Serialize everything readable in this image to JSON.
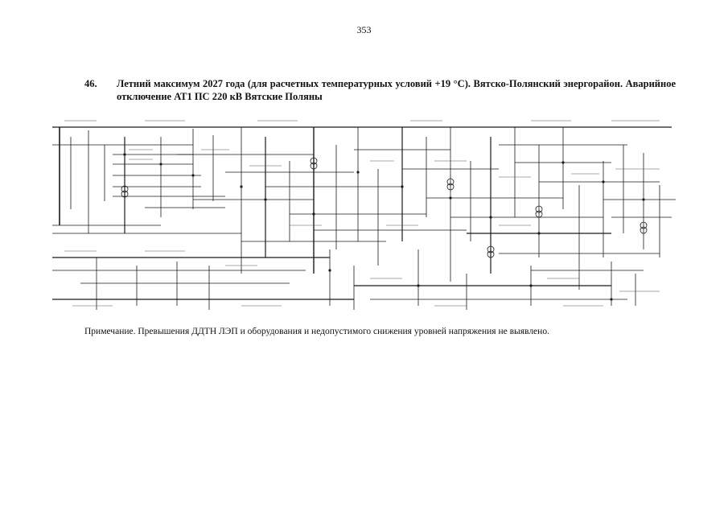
{
  "page": {
    "number": "353"
  },
  "heading": {
    "number": "46.",
    "text": "Летний максимум 2027 года (для расчетных температурных условий +19 °С). Вятско-Полянский энергорайон. Аварийное отключение АТ1 ПС 220 кВ Вятские Поляны"
  },
  "note": {
    "text": "Примечание. Превышения ДДТН ЛЭП и оборудования и недопустимого снижения уровней напряжения не выявлено."
  },
  "diagram": {
    "description_icon": "power-network-schematic",
    "line_color": "#1a1a1a"
  }
}
